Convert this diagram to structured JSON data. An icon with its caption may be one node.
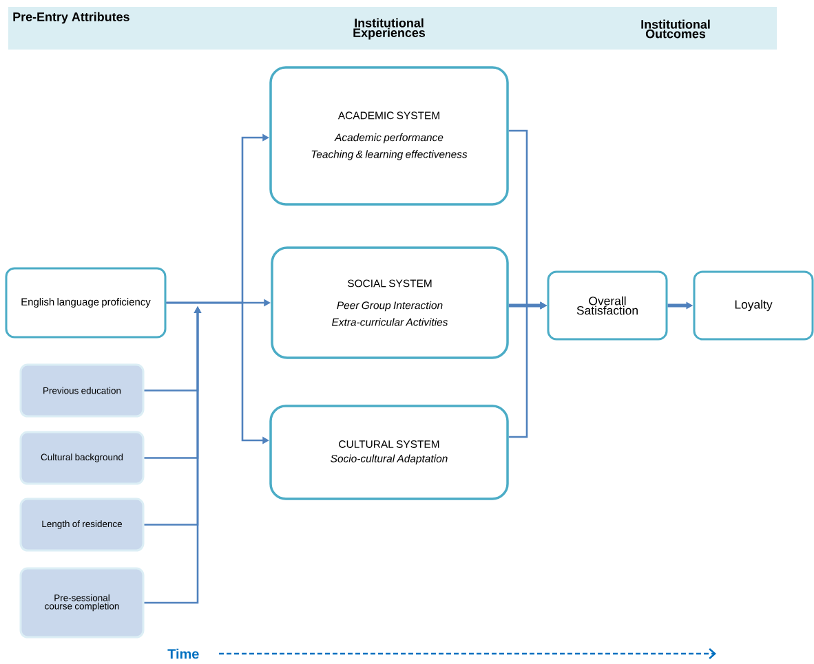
{
  "diagram": {
    "nodes": [
      {
        "text": [
          "English language proficiency"
        ]
      },
      {
        "text": [
          "Previous education"
        ]
      },
      {
        "text": [
          "Cultural background"
        ]
      },
      {
        "text": [
          "Length of residence"
        ]
      },
      {
        "text": [
          "Pre-sessional course completion"
        ]
      },
      {
        "text": [
          "ACADEMIC SYSTEM",
          "Academic performance",
          "Teaching & learning effectiveness"
        ]
      },
      {
        "text": [
          "SOCIAL SYSTEM",
          "Peer Group Interaction",
          "Extra-curricular Activities"
        ]
      },
      {
        "text": [
          "CULTURAL SYSTEM",
          "Socio-cultural Adaptation"
        ]
      },
      {
        "text": [
          "Overall Satisfaction"
        ]
      },
      {
        "text": [
          "Loyalty"
        ]
      }
    ],
    "edges": [
      {
        "from": 0,
        "to": 5,
        "arrow": "to"
      },
      {
        "from": 0,
        "to": 6,
        "arrow": "to"
      },
      {
        "from": 0,
        "to": 7,
        "arrow": "to"
      },
      {
        "from": 1,
        "to": null,
        "arrow": "to"
      },
      {
        "from": 2,
        "to": null,
        "arrow": "to"
      },
      {
        "from": 3,
        "to": null,
        "arrow": "to"
      },
      {
        "from": 4,
        "to": null,
        "arrow": "to"
      },
      {
        "from": 5,
        "to": 8,
        "arrow": "to"
      },
      {
        "from": 6,
        "to": 8,
        "arrow": "to",
        "style": "thick"
      },
      {
        "from": 7,
        "to": 8,
        "arrow": "to"
      },
      {
        "from": 8,
        "to": 9,
        "arrow": "to",
        "style": "thick"
      }
    ],
    "labels": [
      "Pre-Entry Attributes",
      "Institutional Experiences",
      "Institutional Outcomes",
      "Time"
    ]
  }
}
